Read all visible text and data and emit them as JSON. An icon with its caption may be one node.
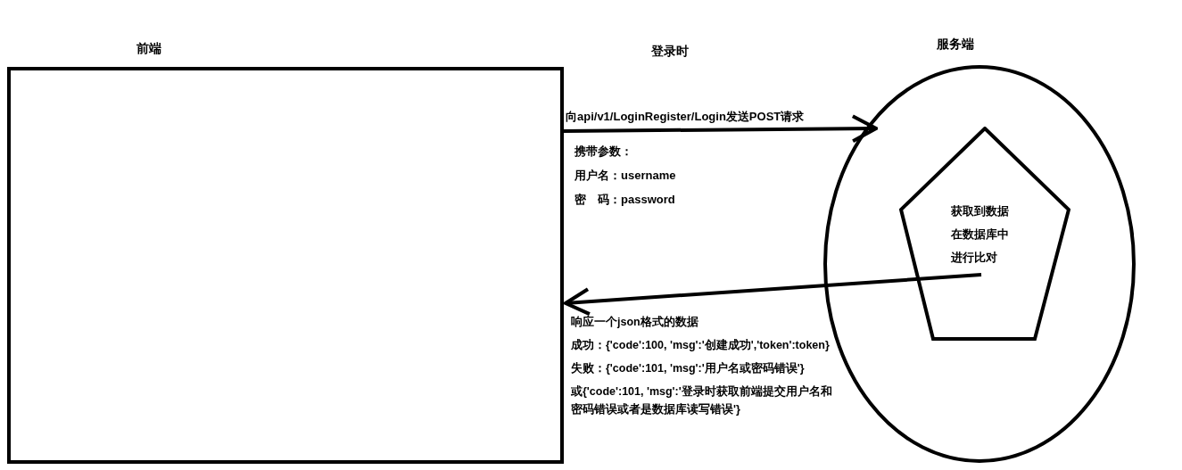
{
  "diagram": {
    "nodes": [
      {
        "text": [
          "前端"
        ]
      },
      {
        "text": [
          "服务端"
        ]
      },
      {
        "text": [
          "获取到数据在数据库中进行比对"
        ],
        "in": 1
      }
    ],
    "edges": [
      {
        "from": 0,
        "to": 1,
        "arrow": "to",
        "label": "向api/v1/LoginRegister/Login发送POST请求"
      },
      {
        "from": 2,
        "to": 0,
        "arrow": "to"
      }
    ],
    "labels": [
      "登录时",
      "携带参数：",
      "用户名：username",
      "密　码：password",
      "响应一个json格式的数据",
      "成功：{'code':100, 'msg':'创建成功','token':token}",
      "失败：{'code':101, 'msg':'用户名或密码错误'}",
      "或{'code':101, 'msg':'登录时获取前端提交用户名和密码错误或者是数据库读写错误'}"
    ]
  }
}
